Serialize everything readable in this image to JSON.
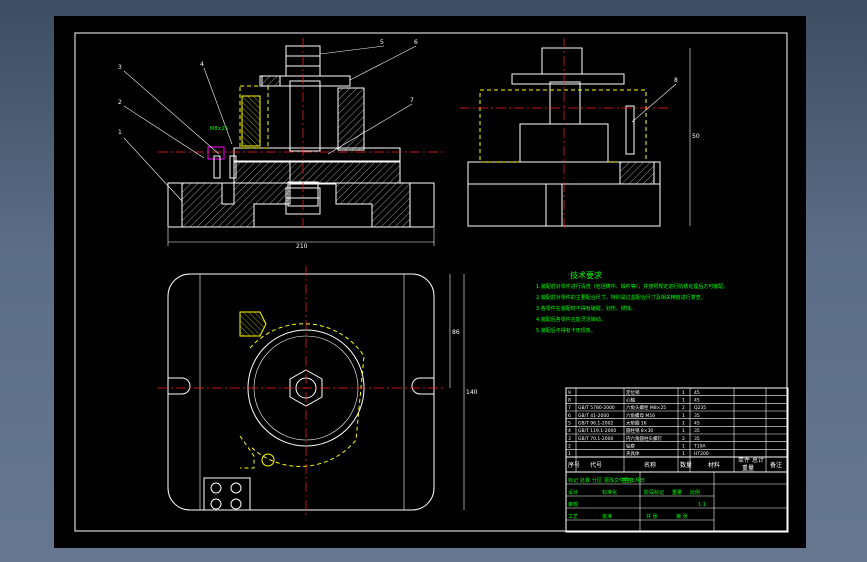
{
  "colors": {
    "background": "#000000",
    "outline": "#ffffff",
    "centerline": "#ff2020",
    "part_highlight": "#ffff00",
    "leader": "#ffffff",
    "notes": "#00ff00",
    "accent": "#ff00ff",
    "dimension": "#00ffff"
  },
  "balloons": [
    "1",
    "2",
    "3",
    "4",
    "5",
    "6",
    "7",
    "8"
  ],
  "dimensions": {
    "front_width": "210",
    "side_height": "50",
    "top_height_1": "86",
    "top_height_2": "140"
  },
  "small_label": "M8×25",
  "notes": {
    "title": "技术要求",
    "lines": [
      "1.装配前对零件进行清洗（包括铸件、锻件等），并按照规定进行防锈处理后方可装配。",
      "2.装配前对零件的主要配合尺寸，特别是过盈配合尺寸及相关精度进行复查。",
      "3.各零件在装配时不得有磕碰、划伤、锈蚀。",
      "4.装配后各零件应能灵活转动。",
      "5.装配后不得有卡死现象。"
    ]
  },
  "bom": {
    "rows": [
      {
        "no": "9",
        "code": "",
        "name": "定位销",
        "qty": "1",
        "material": "45"
      },
      {
        "no": "8",
        "code": "",
        "name": "心轴",
        "qty": "1",
        "material": "45"
      },
      {
        "no": "7",
        "code": "GB/T 5780-2000",
        "name": "六角头螺栓 M8×25",
        "qty": "2",
        "material": "Q235"
      },
      {
        "no": "6",
        "code": "GB/T 41-2000",
        "name": "六角螺母 M16",
        "qty": "1",
        "material": "35"
      },
      {
        "no": "5",
        "code": "GB/T 96.1-2002",
        "name": "大垫圈 16",
        "qty": "1",
        "material": "45"
      },
      {
        "no": "4",
        "code": "GB/T 119.1-2000",
        "name": "圆柱销 8×30",
        "qty": "1",
        "material": "35"
      },
      {
        "no": "3",
        "code": "GB/T 70.1-2000",
        "name": "内六角圆柱头螺钉",
        "qty": "2",
        "material": "35"
      },
      {
        "no": "2",
        "code": "",
        "name": "钻套",
        "qty": "1",
        "material": "T10A"
      },
      {
        "no": "1",
        "code": "",
        "name": "夹具体",
        "qty": "1",
        "material": "HT200"
      }
    ],
    "header": {
      "no": "序号",
      "code": "代号",
      "name": "名称",
      "qty": "数量",
      "material": "材料",
      "unit_weight": "单件",
      "total_weight": "总计",
      "weight": "重量",
      "remark": "备注"
    },
    "title_block": {
      "marks": "标记",
      "zones": "处数",
      "revision": "分区",
      "doc_no": "更改文件号",
      "signature": "签名",
      "date": "年月日",
      "design": "设计",
      "standard": "标准化",
      "stage": "阶段标记",
      "weight": "重量",
      "scale": "比例",
      "scale_value": "1:1",
      "review": "审核",
      "process": "工艺",
      "approve": "批准",
      "sheets": "共 张",
      "sheet": "第 张"
    }
  }
}
